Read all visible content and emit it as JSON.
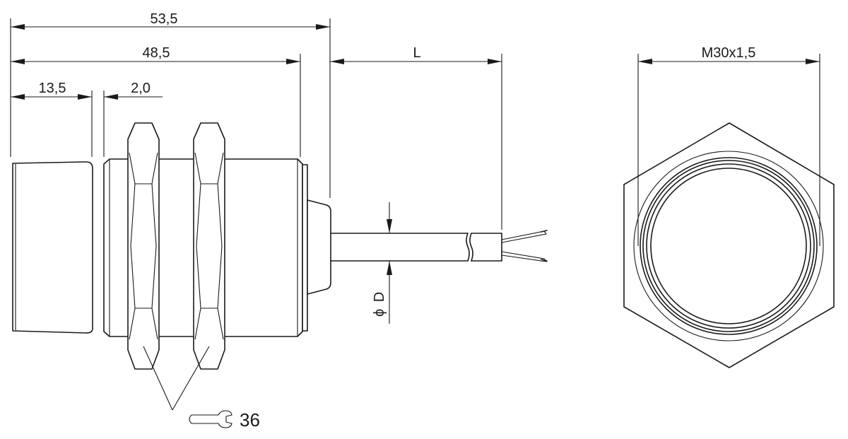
{
  "dimensions": {
    "overall_length": "53,5",
    "housing_length": "48,5",
    "cap_length": "13,5",
    "gap_length": "2,0",
    "cable_length": "L",
    "cable_diameter_symbol": "ϕ",
    "cable_diameter": "D",
    "thread": "M30x1,5"
  },
  "wrench": {
    "icon": "open-end-wrench-icon",
    "size": "36"
  }
}
